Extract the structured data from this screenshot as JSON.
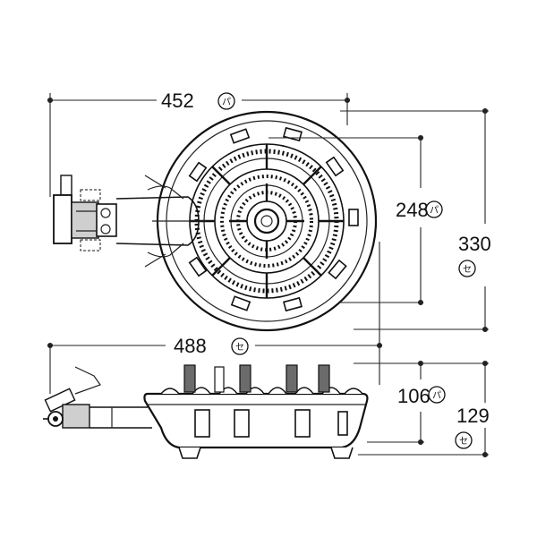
{
  "dimensions": {
    "top_width": {
      "value": "452",
      "mark": "パ"
    },
    "inner_height": {
      "value": "248",
      "mark": "パ"
    },
    "outer_height": {
      "value": "330",
      "mark": "セ"
    },
    "side_width": {
      "value": "488",
      "mark": "セ"
    },
    "side_height_inner": {
      "value": "106",
      "mark": "パ"
    },
    "side_height_outer": {
      "value": "129",
      "mark": "セ"
    }
  }
}
